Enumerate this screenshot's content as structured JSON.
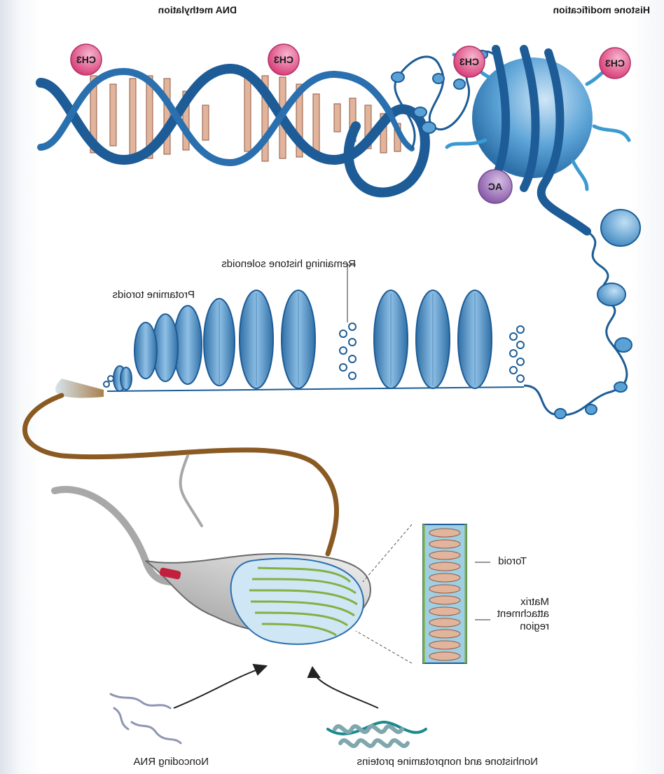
{
  "labels": {
    "dna_methylation": "DNA methylation",
    "histone_modification": "Histone modification",
    "remaining_histone_solenoids": "Remaining histone solenoids",
    "protamine_toroids": "Protamine toroids",
    "toroid": "Toroid",
    "matrix_attachment_region": "Matrix attachment region",
    "noncoding_rna": "Noncoding RNA",
    "nonhistone_proteins": "Nonhistone and nonprotamine proteins"
  },
  "badges": {
    "methyl": "CH3",
    "acetyl": "AC"
  },
  "colors": {
    "dna_blue": "#1d5c96",
    "base_pair": "#e3b49c",
    "methyl_pink": "#e4568a",
    "acetyl_purple": "#9b6fb6",
    "histone_blue": "#4f98cf",
    "toroid_blue": "#6aa9da",
    "tail_brown": "#8a5a22",
    "head_gray": "#c9c9c9",
    "chromatin_green": "#7fae3a",
    "rna_gray": "#8e96b3",
    "protein_teal": "#1b8a8e"
  }
}
